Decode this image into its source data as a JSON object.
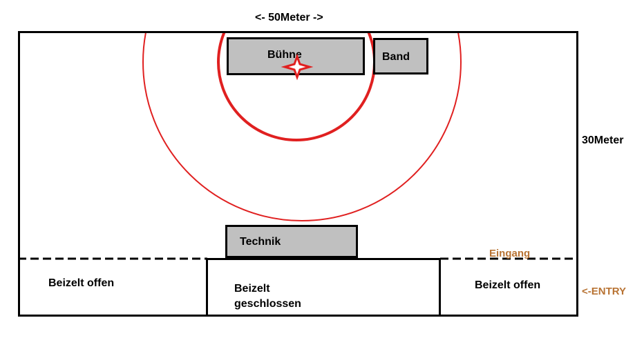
{
  "dimensions": {
    "width_label": "<- 50Meter ->",
    "height_label": "30Meter"
  },
  "zones": {
    "stage": "Bühne",
    "band": "Band",
    "tech": "Technik",
    "tent_left": "Beizelt offen",
    "tent_middle_line1": "Beizelt",
    "tent_middle_line2": "geschlossen",
    "tent_right": "Beizelt offen"
  },
  "entrance": {
    "label": "Eingang",
    "entry_label": "<-ENTRY"
  },
  "colors": {
    "outline": "#000000",
    "block_fill": "#c0c0c0",
    "range_circles": "#e02020",
    "entrance_text": "#b87333"
  }
}
